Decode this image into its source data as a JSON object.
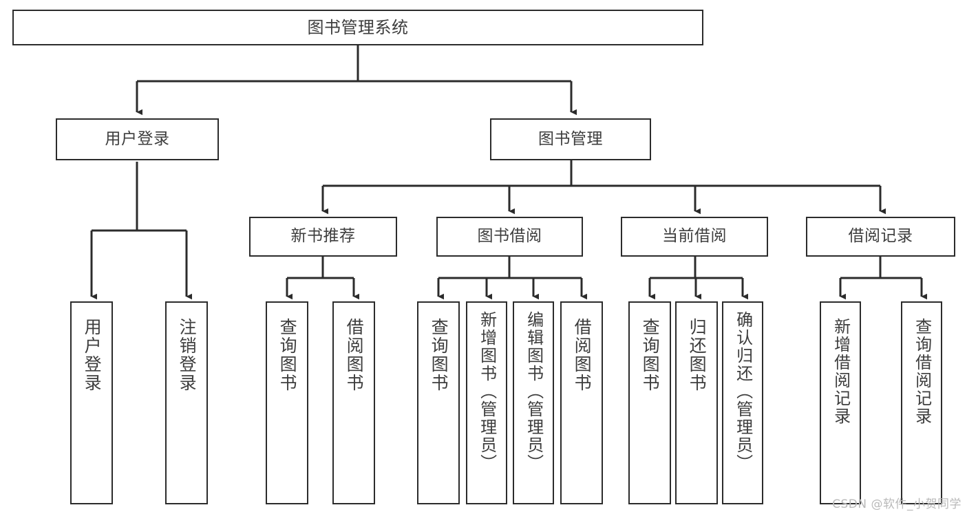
{
  "diagram": {
    "title": "图书管理系统",
    "watermark": "CSDN @软件_小贺同学",
    "line_color": "#2b2b2b",
    "text_color": "#3d3d3d",
    "background": "#ffffff",
    "root": {
      "label": "图书管理系统"
    },
    "level2": [
      {
        "label": "用户登录"
      },
      {
        "label": "图书管理"
      }
    ],
    "level3": [
      {
        "label": "新书推荐"
      },
      {
        "label": "图书借阅"
      },
      {
        "label": "当前借阅"
      },
      {
        "label": "借阅记录"
      }
    ],
    "leaves": {
      "user_login": [
        {
          "label": "用户登录"
        },
        {
          "label": "注销登录"
        }
      ],
      "new_book": [
        {
          "label": "查询图书"
        },
        {
          "label": "借阅图书"
        }
      ],
      "book_borrow": [
        {
          "label": "查询图书"
        },
        {
          "label": "新增图书（管理员）"
        },
        {
          "label": "编辑图书（管理员）"
        },
        {
          "label": "借阅图书"
        }
      ],
      "current_borrow": [
        {
          "label": "查询图书"
        },
        {
          "label": "归还图书"
        },
        {
          "label": "确认归还（管理员）"
        }
      ],
      "borrow_record": [
        {
          "label": "新增借阅记录"
        },
        {
          "label": "查询借阅记录"
        }
      ]
    }
  }
}
